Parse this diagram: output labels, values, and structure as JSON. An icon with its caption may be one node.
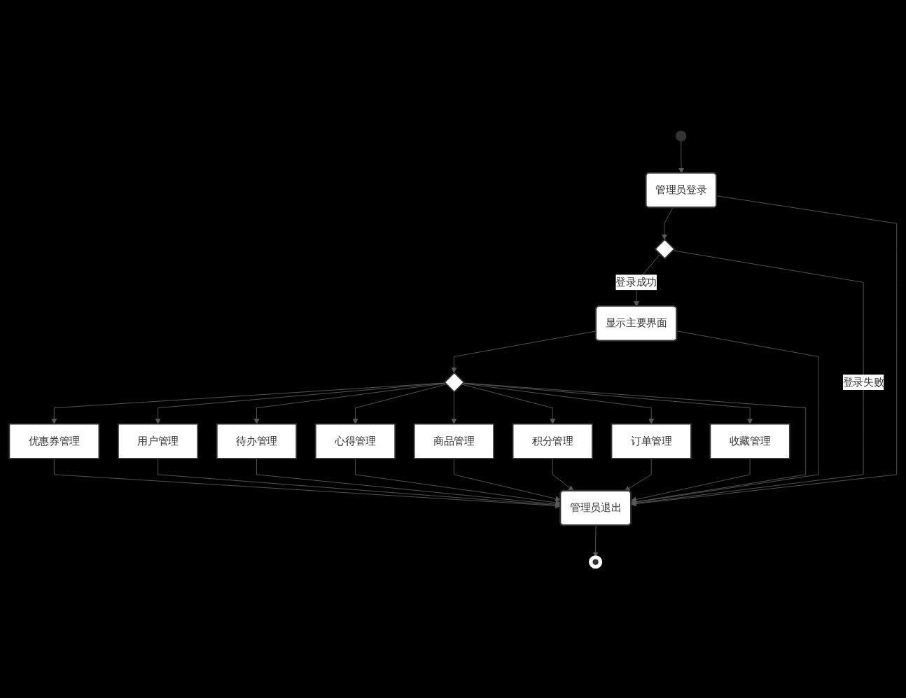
{
  "diagram": {
    "nodes": [
      {
        "text": [],
        "shape": "circle"
      },
      {
        "text": [
          "管理员登录"
        ]
      },
      {
        "text": [],
        "shape": "diamond"
      },
      {
        "text": [
          "显示主要界面"
        ]
      },
      {
        "text": [],
        "shape": "diamond"
      },
      {
        "text": [
          "优惠券管理"
        ]
      },
      {
        "text": [
          "用户管理"
        ]
      },
      {
        "text": [
          "待办管理"
        ]
      },
      {
        "text": [
          "心得管理"
        ]
      },
      {
        "text": [
          "商品管理"
        ]
      },
      {
        "text": [
          "积分管理"
        ]
      },
      {
        "text": [
          "订单管理"
        ]
      },
      {
        "text": [
          "收藏管理"
        ]
      },
      {
        "text": [
          "管理员退出"
        ]
      },
      {
        "text": [],
        "shape": "circle"
      }
    ],
    "edges": [
      {
        "from": 0,
        "to": 1,
        "arrow": "to"
      },
      {
        "from": 1,
        "to": 2,
        "arrow": "to"
      },
      {
        "from": 2,
        "to": 3,
        "arrow": "to",
        "label": "登录成功"
      },
      {
        "from": 3,
        "to": 4,
        "arrow": "to"
      },
      {
        "from": 4,
        "to": 5,
        "arrow": "to"
      },
      {
        "from": 4,
        "to": 6,
        "arrow": "to"
      },
      {
        "from": 4,
        "to": 7,
        "arrow": "to"
      },
      {
        "from": 4,
        "to": 8,
        "arrow": "to"
      },
      {
        "from": 4,
        "to": 9,
        "arrow": "to"
      },
      {
        "from": 4,
        "to": 10,
        "arrow": "to"
      },
      {
        "from": 4,
        "to": 11,
        "arrow": "to"
      },
      {
        "from": 4,
        "to": 12,
        "arrow": "to"
      },
      {
        "from": 5,
        "to": 13,
        "arrow": "to"
      },
      {
        "from": 6,
        "to": 13,
        "arrow": "to"
      },
      {
        "from": 7,
        "to": 13,
        "arrow": "to"
      },
      {
        "from": 8,
        "to": 13,
        "arrow": "to"
      },
      {
        "from": 9,
        "to": 13,
        "arrow": "to"
      },
      {
        "from": 10,
        "to": 13,
        "arrow": "to"
      },
      {
        "from": 11,
        "to": 13,
        "arrow": "to"
      },
      {
        "from": 12,
        "to": 13,
        "arrow": "to"
      },
      {
        "from": 13,
        "to": 14,
        "arrow": "to"
      },
      {
        "from": 1,
        "to": 13,
        "arrow": "to"
      },
      {
        "from": 2,
        "to": 13,
        "arrow": "to",
        "label": "登录失败"
      },
      {
        "from": 3,
        "to": 13,
        "arrow": "to"
      },
      {
        "from": 4,
        "to": 13,
        "arrow": "to"
      }
    ]
  }
}
